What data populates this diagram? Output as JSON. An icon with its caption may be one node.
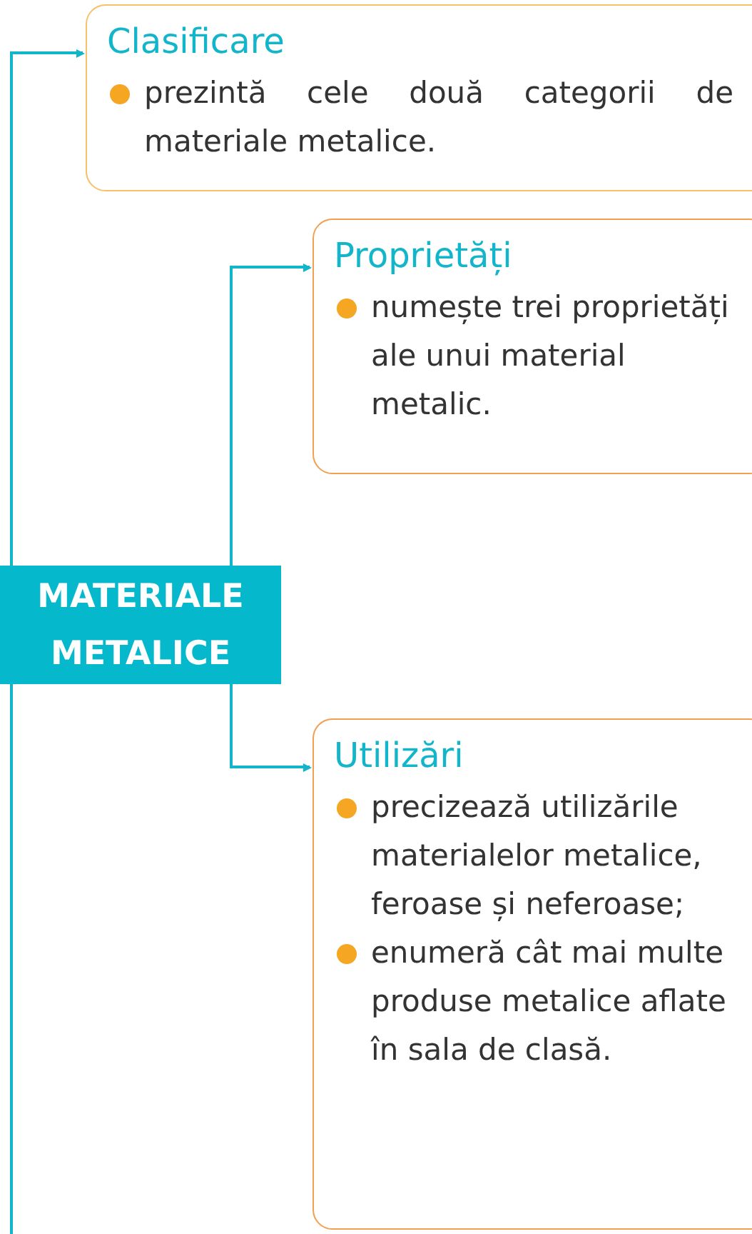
{
  "diagram": {
    "nodes": [
      {
        "text": [
          "Clasificare",
          "prezintă cele două categorii de materiale metalice."
        ]
      },
      {
        "text": [
          "Proprietăți",
          "numește trei proprietăți ale unui material metalic."
        ]
      },
      {
        "text": [
          "MATERIALE METALICE"
        ]
      },
      {
        "text": [
          "Utilizări",
          "precizează utilizările materialelor metalice, feroase și neferoase;",
          "enumeră cât mai multe produse metalice aflate în sala de clasă."
        ]
      }
    ],
    "edges": [
      {
        "from": 2,
        "to": 0,
        "arrow": "to"
      },
      {
        "from": 2,
        "to": 1,
        "arrow": "to"
      },
      {
        "from": 2,
        "to": 3,
        "arrow": "to"
      }
    ]
  }
}
